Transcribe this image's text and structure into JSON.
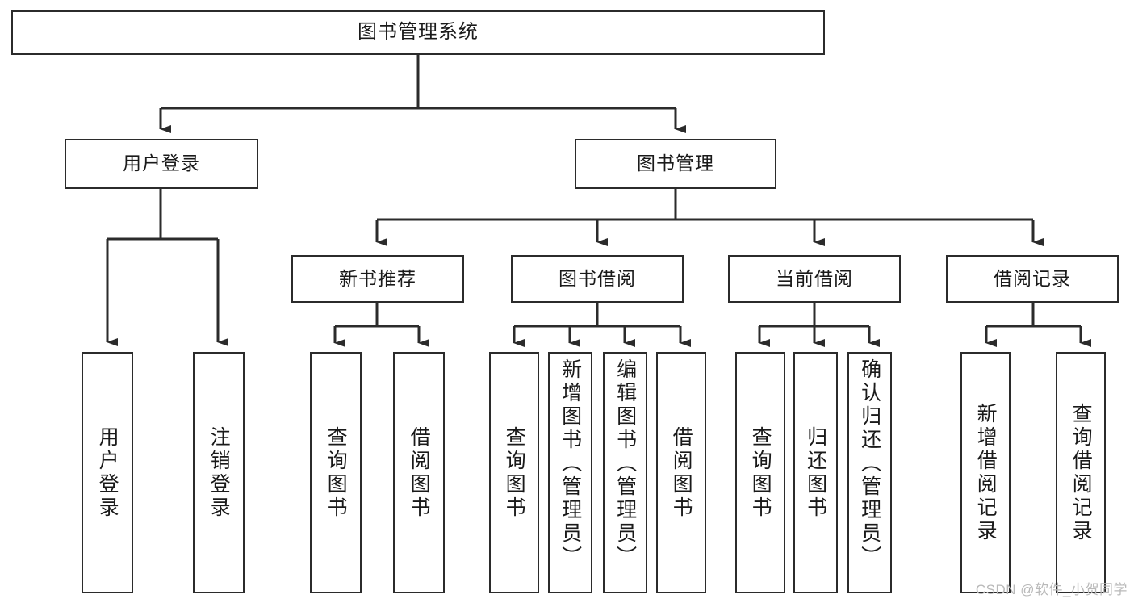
{
  "diagram": {
    "title": "图书管理系统",
    "type": "hierarchy-tree",
    "watermark": "CSDN @软件_小贺同学",
    "colors": {
      "background": "#ffffff",
      "box_border": "#2b2b2b",
      "box_fill": "#ffffff",
      "text": "#1a1a1a",
      "connector": "#2b2b2b",
      "watermark": "#b9b9b9"
    },
    "nodes": {
      "root": {
        "label": "图书管理系统"
      },
      "level1": [
        {
          "label": "用户登录"
        },
        {
          "label": "图书管理"
        }
      ],
      "level2": [
        {
          "label": "新书推荐"
        },
        {
          "label": "图书借阅"
        },
        {
          "label": "当前借阅"
        },
        {
          "label": "借阅记录"
        }
      ],
      "leaves": {
        "user_login": [
          {
            "label": "用户登录"
          },
          {
            "label": "注销登录"
          }
        ],
        "new_book_recommend": [
          {
            "label": "查询图书"
          },
          {
            "label": "借阅图书"
          }
        ],
        "book_borrow": [
          {
            "label": "查询图书"
          },
          {
            "label": "新增图书（管理员）"
          },
          {
            "label": "编辑图书（管理员）"
          },
          {
            "label": "借阅图书"
          }
        ],
        "current_borrow": [
          {
            "label": "查询图书"
          },
          {
            "label": "归还图书"
          },
          {
            "label": "确认归还（管理员）"
          }
        ],
        "borrow_record": [
          {
            "label": "新增借阅记录"
          },
          {
            "label": "查询借阅记录"
          }
        ]
      }
    }
  }
}
